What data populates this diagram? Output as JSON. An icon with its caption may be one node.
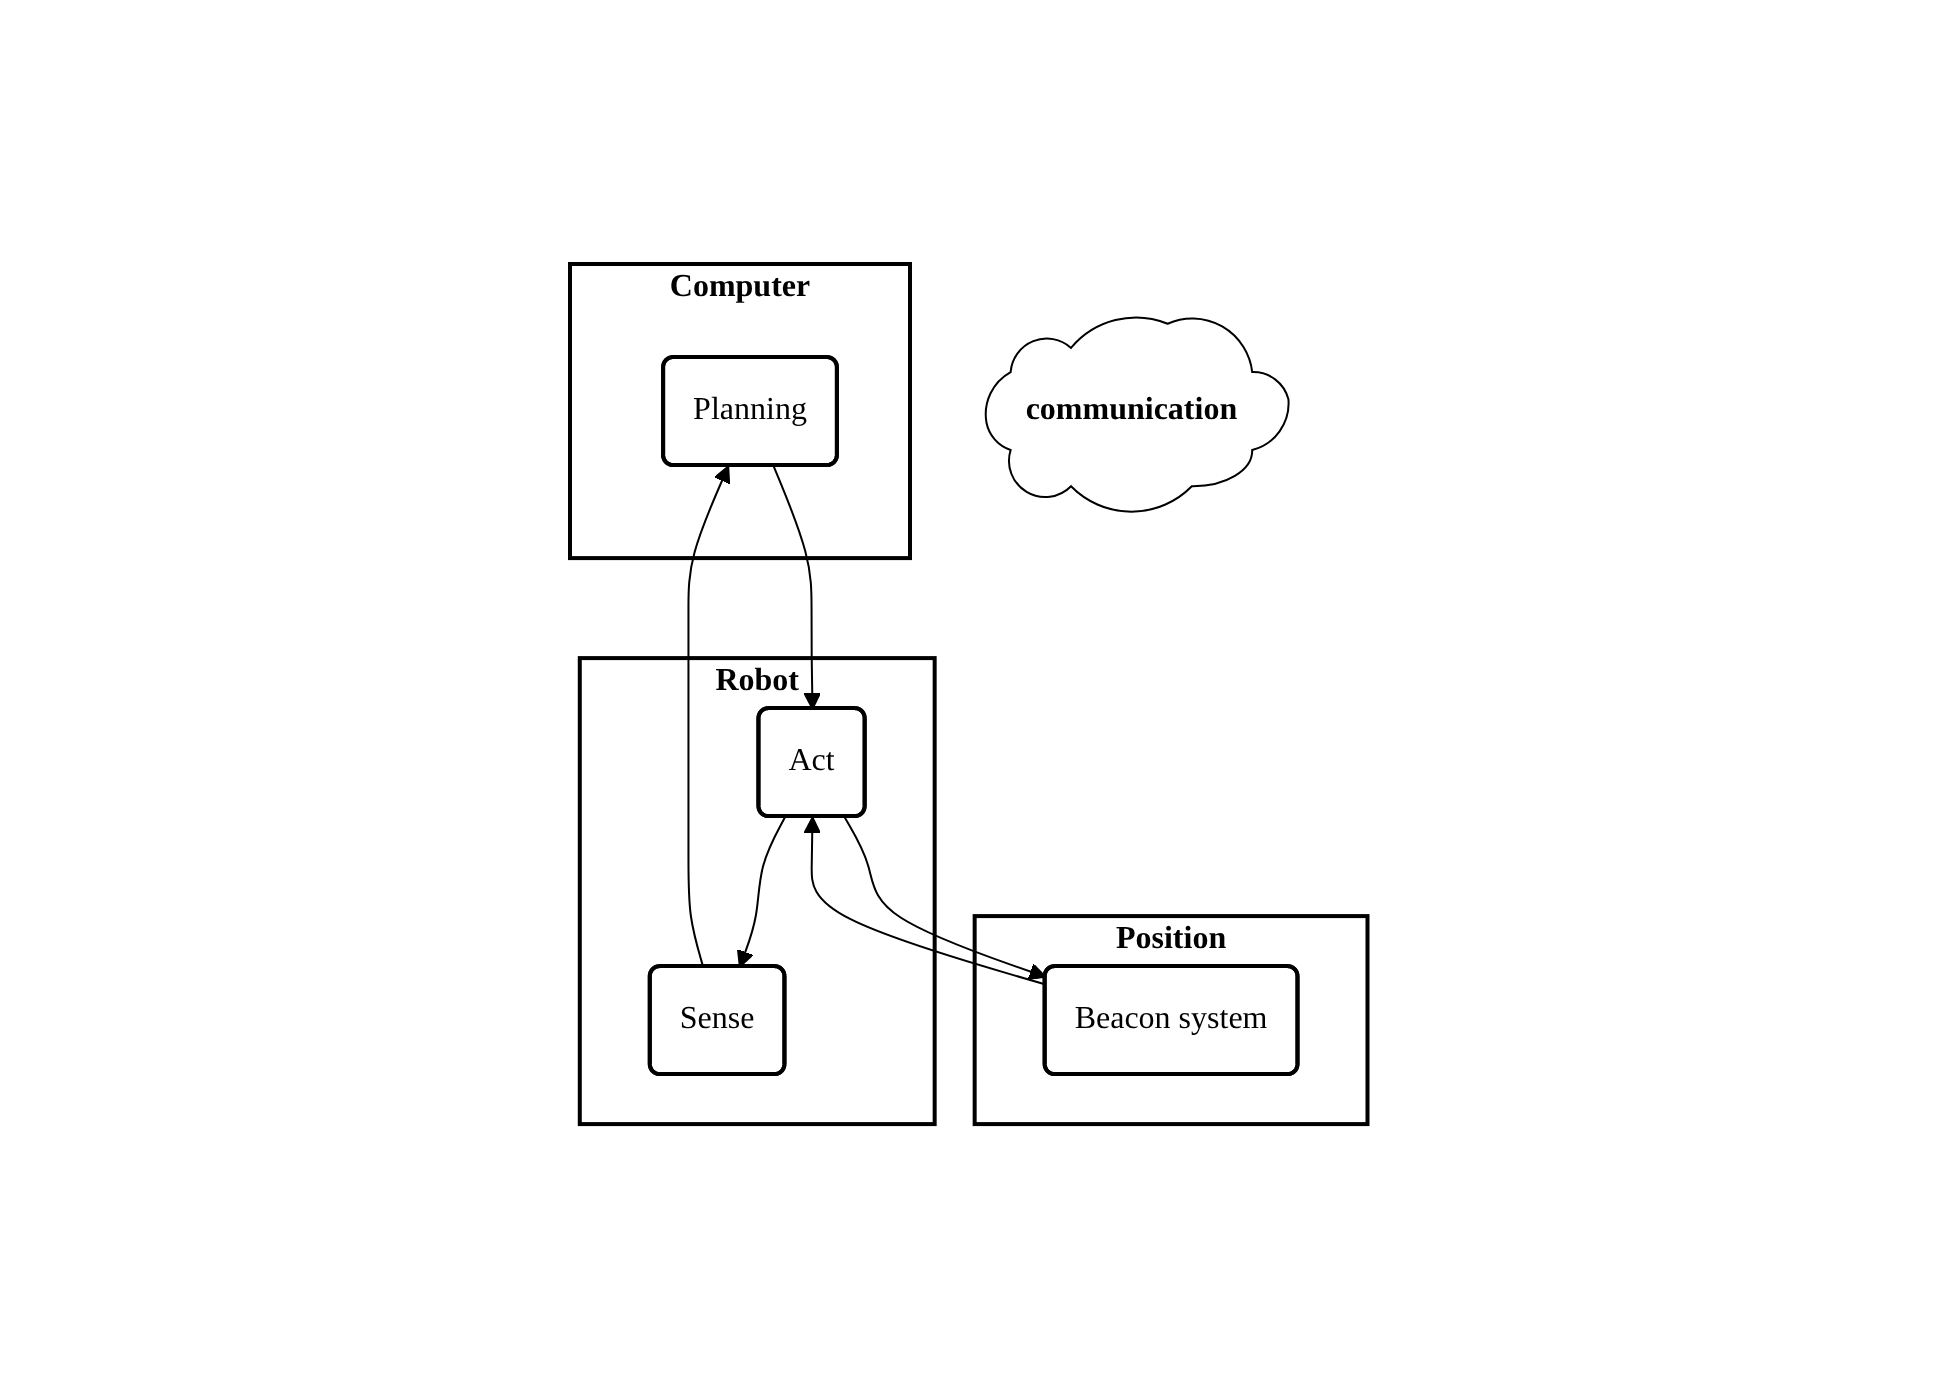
{
  "diagram": {
    "nodes": [
      {
        "text": [
          "Computer"
        ]
      },
      {
        "text": [
          "Planning"
        ],
        "in": 0
      },
      {
        "text": [
          "Position"
        ]
      },
      {
        "text": [
          "Beacon system"
        ],
        "in": 2
      },
      {
        "text": [
          "communication"
        ]
      },
      {
        "text": [
          "Robot"
        ]
      },
      {
        "text": [
          "Sense"
        ],
        "in": 5
      },
      {
        "text": [
          "Act"
        ],
        "in": 5
      }
    ],
    "edges": [
      {
        "from": 6,
        "to": 1,
        "arrow": "to"
      },
      {
        "from": 1,
        "to": 7,
        "arrow": "to"
      },
      {
        "from": 3,
        "to": 7,
        "arrow": "to"
      },
      {
        "from": 7,
        "to": 3,
        "arrow": "to"
      },
      {
        "from": 7,
        "to": 6,
        "arrow": "to"
      }
    ]
  }
}
